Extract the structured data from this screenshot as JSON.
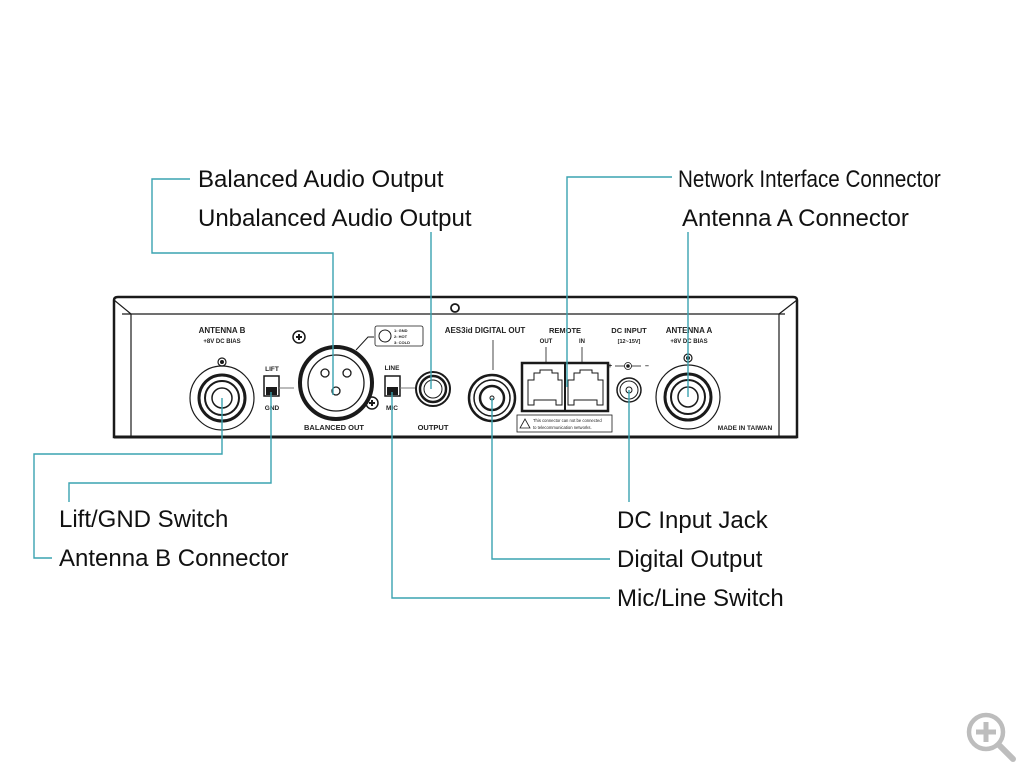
{
  "diagram": {
    "subject": "Wireless receiver rear panel",
    "callouts": {
      "balanced_audio_output": "Balanced Audio Output",
      "unbalanced_audio_output": "Unbalanced Audio Output",
      "network_interface_connector": "Network Interface Connector",
      "antenna_a_connector": "Antenna A Connector",
      "lift_gnd_switch": "Lift/GND Switch",
      "antenna_b_connector": "Antenna B Connector",
      "dc_input_jack": "DC Input Jack",
      "digital_output": "Digital Output",
      "mic_line_switch": "Mic/Line Switch"
    },
    "panel_labels": {
      "antenna_b": "ANTENNA B",
      "antenna_b_bias": "+8V DC BIAS",
      "lift": "LIFT",
      "gnd": "GND",
      "balanced_out": "BALANCED OUT",
      "pin1": "1: GND",
      "pin2": "2: HOT",
      "pin3": "3: COLD",
      "line": "LINE",
      "mic": "MIC",
      "output": "OUTPUT",
      "aes_digital_out": "AES3id DIGITAL OUT",
      "remote": "REMOTE",
      "remote_out": "OUT",
      "remote_in": "IN",
      "dc_input": "DC INPUT",
      "dc_voltage": "[12~15V]",
      "plus": "+",
      "minus": "–",
      "antenna_a": "ANTENNA A",
      "antenna_a_bias": "+8V DC BIAS",
      "warning_line1": "This connector can not be connected",
      "warning_line2": "to telecommunication networks.",
      "made_in": "MADE IN TAIWAN"
    },
    "colors": {
      "leader_line": "#3aa3b0",
      "panel_stroke": "#1a1a1a",
      "panel_fill": "#ffffff",
      "zoom_icon": "#bdbdbd"
    }
  },
  "controls": {
    "zoom_icon": "magnifier-plus-icon"
  }
}
